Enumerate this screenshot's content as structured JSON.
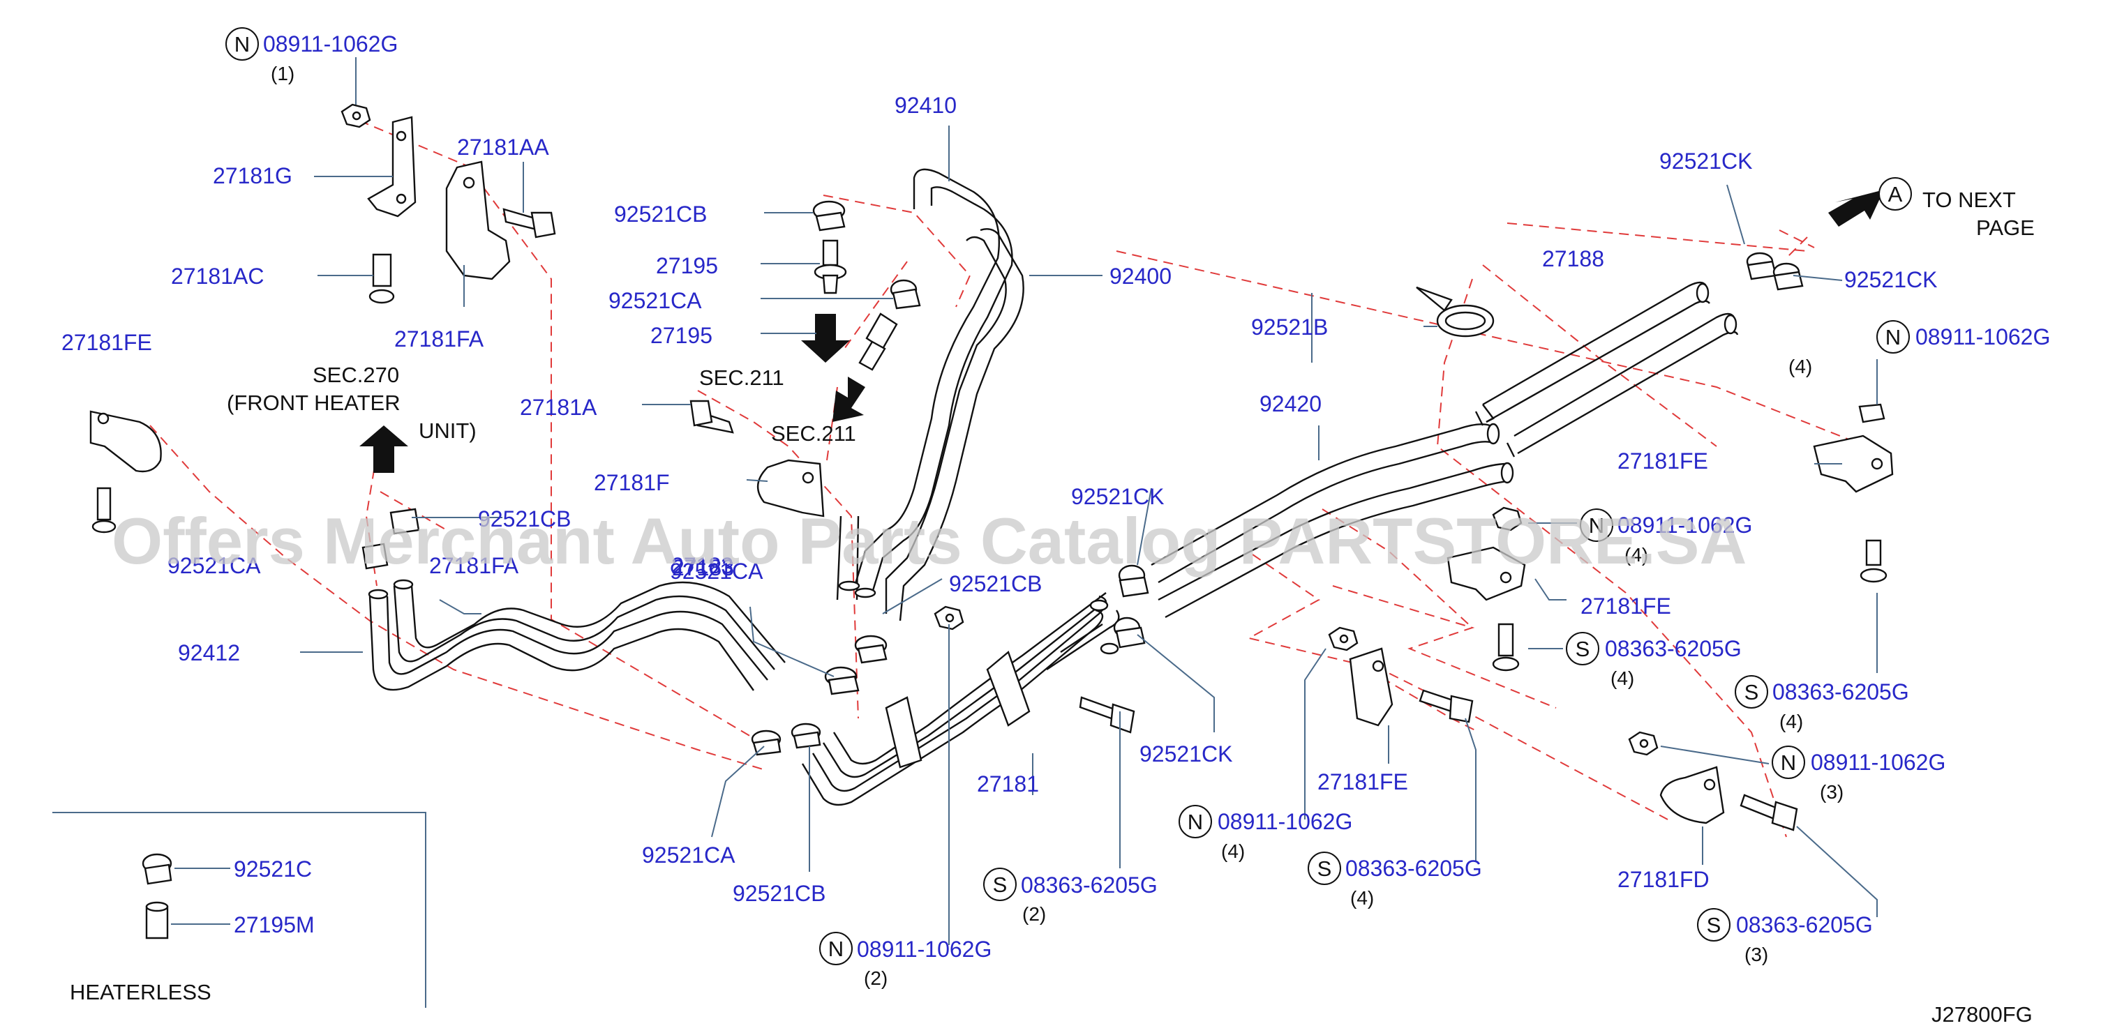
{
  "diagram_code": "J27800FG",
  "watermark": "Offers Merchant Auto Parts Catalog PARTSTORE.SA",
  "reference_labels": {
    "sec270_line1": "SEC.270",
    "sec270_line2": "(FRONT   HEATER",
    "sec270_line3": "UNIT)",
    "sec211_a": "SEC.211",
    "sec211_b": "SEC.211",
    "to_next_circle": "A",
    "to_next_line1": "TO   NEXT",
    "to_next_line2": "PAGE",
    "heaterless": "HEATERLESS"
  },
  "markers": {
    "N": "N",
    "S": "S"
  },
  "quantities": {
    "q1": "(1)",
    "q2": "(2)",
    "q3": "(3)",
    "q4": "(4)"
  },
  "parts": {
    "nut": "08911-1062G",
    "bolt": "08363-6205G",
    "p27181G": "27181G",
    "p27181AA": "27181AA",
    "p27181AC": "27181AC",
    "p27181FA": "27181FA",
    "p27181FE": "27181FE",
    "p27181A": "27181A",
    "p27181F": "27181F",
    "p27181": "27181",
    "p27181FD": "27181FD",
    "p27183": "27183",
    "p27188": "27188",
    "p27195": "27195",
    "p27195M": "27195M",
    "p92410": "92410",
    "p92400": "92400",
    "p92412": "92412",
    "p92420": "92420",
    "p92521CB": "92521CB",
    "p92521CA": "92521CA",
    "p92521CK": "92521CK",
    "p92521B": "92521B",
    "p92521C": "92521C",
    "p92521CA_obscured": "92521CA",
    "p92521CB_obscured": "92521CB",
    "p27181FA_obscured": "27181FA"
  }
}
